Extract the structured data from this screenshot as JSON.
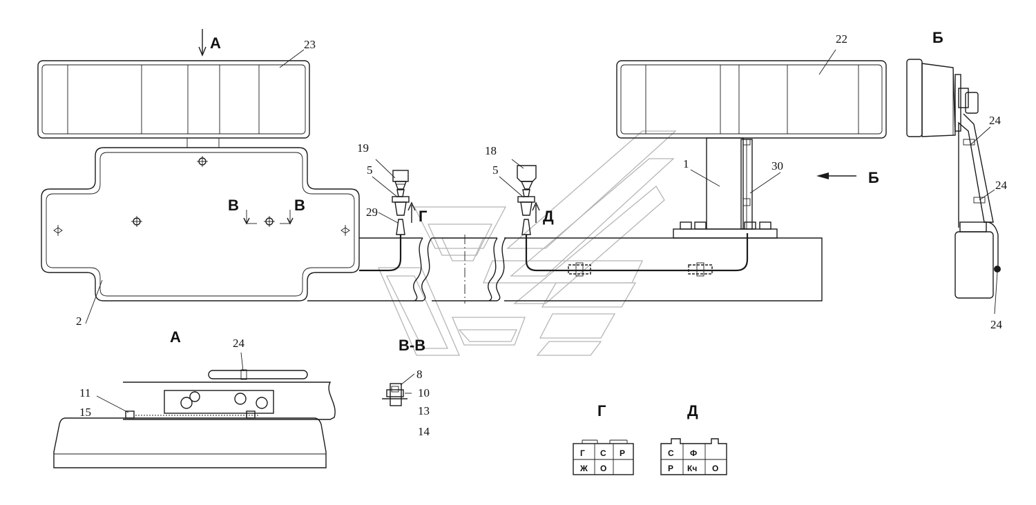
{
  "callouts": {
    "c23": "23",
    "c22": "22",
    "c19": "19",
    "c18": "18",
    "c5a": "5",
    "c5b": "5",
    "c29": "29",
    "c1": "1",
    "c30": "30",
    "c2": "2",
    "c24a": "24",
    "c24b": "24",
    "c24c": "24",
    "c24d": "24",
    "c8": "8",
    "c10": "10",
    "c13": "13",
    "c14": "14",
    "c11": "11",
    "c15": "15"
  },
  "views": {
    "A_arrow": "А",
    "A_title": "А",
    "B_arrow": "Б",
    "B_title": "Б",
    "V_left": "В",
    "V_right": "В",
    "VV_title": "В-В",
    "G_arrow": "Г",
    "G_title": "Г",
    "D_arrow": "Д",
    "D_title": "Д"
  },
  "connector_G": {
    "top": [
      "Г",
      "С",
      "Р"
    ],
    "bottom": [
      "Ж",
      "О",
      ""
    ]
  },
  "connector_D": {
    "top": [
      "С",
      "Ф",
      ""
    ],
    "bottom": [
      "Р",
      "Кч",
      "О"
    ]
  }
}
